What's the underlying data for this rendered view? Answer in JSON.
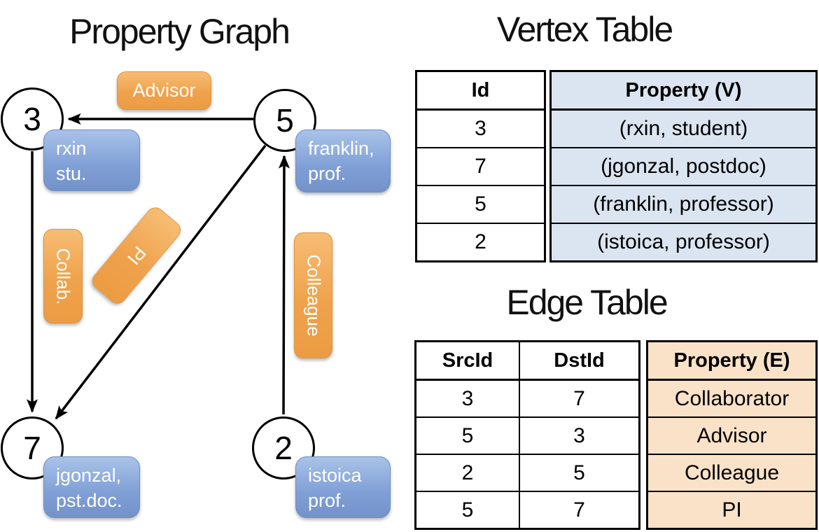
{
  "graph": {
    "title": "Property Graph",
    "nodes": [
      {
        "id": "3",
        "prop1": "rxin",
        "prop2": "stu."
      },
      {
        "id": "5",
        "prop1": "franklin,",
        "prop2": "prof."
      },
      {
        "id": "7",
        "prop1": "jgonzal,",
        "prop2": "pst.doc."
      },
      {
        "id": "2",
        "prop1": "istoica",
        "prop2": "prof."
      }
    ],
    "edges": [
      {
        "label": "Advisor"
      },
      {
        "label": "Collab."
      },
      {
        "label": "PI"
      },
      {
        "label": "Colleague"
      }
    ]
  },
  "vertex_table": {
    "title": "Vertex Table",
    "headers": {
      "id": "Id",
      "property": "Property (V)"
    },
    "rows": [
      {
        "id": "3",
        "property": "(rxin, student)"
      },
      {
        "id": "7",
        "property": "(jgonzal, postdoc)"
      },
      {
        "id": "5",
        "property": "(franklin, professor)"
      },
      {
        "id": "2",
        "property": "(istoica, professor)"
      }
    ]
  },
  "edge_table": {
    "title": "Edge Table",
    "headers": {
      "src": "SrcId",
      "dst": "DstId",
      "property": "Property (E)"
    },
    "rows": [
      {
        "src": "3",
        "dst": "7",
        "property": "Collaborator"
      },
      {
        "src": "5",
        "dst": "3",
        "property": "Advisor"
      },
      {
        "src": "2",
        "dst": "5",
        "property": "Colleague"
      },
      {
        "src": "5",
        "dst": "7",
        "property": "PI"
      }
    ]
  },
  "colors": {
    "edge_label_fill": "#efa24c",
    "vertex_label_fill": "#7f9fd6",
    "vertex_table_fill": "#dbe5f1",
    "edge_table_fill": "#f9e2c8",
    "stroke": "#000000"
  }
}
